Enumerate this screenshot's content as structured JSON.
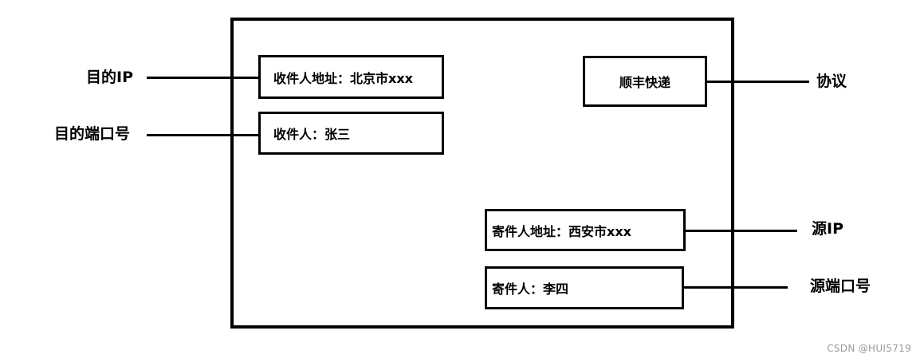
{
  "envelope": {
    "fields": {
      "receiver_address": "收件人地址：北京市xxx",
      "receiver_name": "收件人：张三",
      "carrier": "顺丰快递",
      "sender_address": "寄件人地址：西安市xxx",
      "sender_name": "寄件人：李四"
    }
  },
  "labels": {
    "dest_ip": "目的IP",
    "dest_port": "目的端口号",
    "protocol": "协议",
    "src_ip": "源IP",
    "src_port": "源端口号"
  },
  "watermark": "CSDN @HUI5719"
}
